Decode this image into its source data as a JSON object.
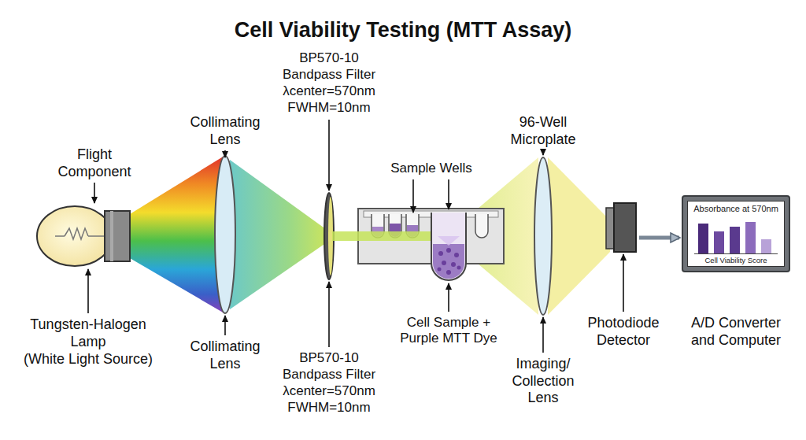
{
  "diagram": {
    "title": "Cell Viability Testing (MTT Assay)",
    "nodes": [
      {
        "text": [
          "Photodiode Detector"
        ]
      },
      {
        "text": [
          "Absorbance at 570nm",
          "Cell Viability Score",
          "A/D Converter and Computer"
        ]
      }
    ],
    "edges": [
      {
        "from": 0,
        "to": 1,
        "arrow": "to"
      }
    ],
    "labels": [
      "Flight Component",
      "Tungsten-Halogen Lamp",
      "(White Light Source)",
      "Collimating Lens",
      "Collimating Lens",
      "BP570-10",
      "Bandpass Filter",
      "λcenter=570nm",
      "FWHM=10nm",
      "BP570-10",
      "Bandpass Filter",
      "λcenter=570nm",
      "FWHM=10nm",
      "Sample Wells",
      "Cell Sample + Purple MTT Dye",
      "96-Well Microplate",
      "Imaging/ Collection Lens"
    ]
  }
}
